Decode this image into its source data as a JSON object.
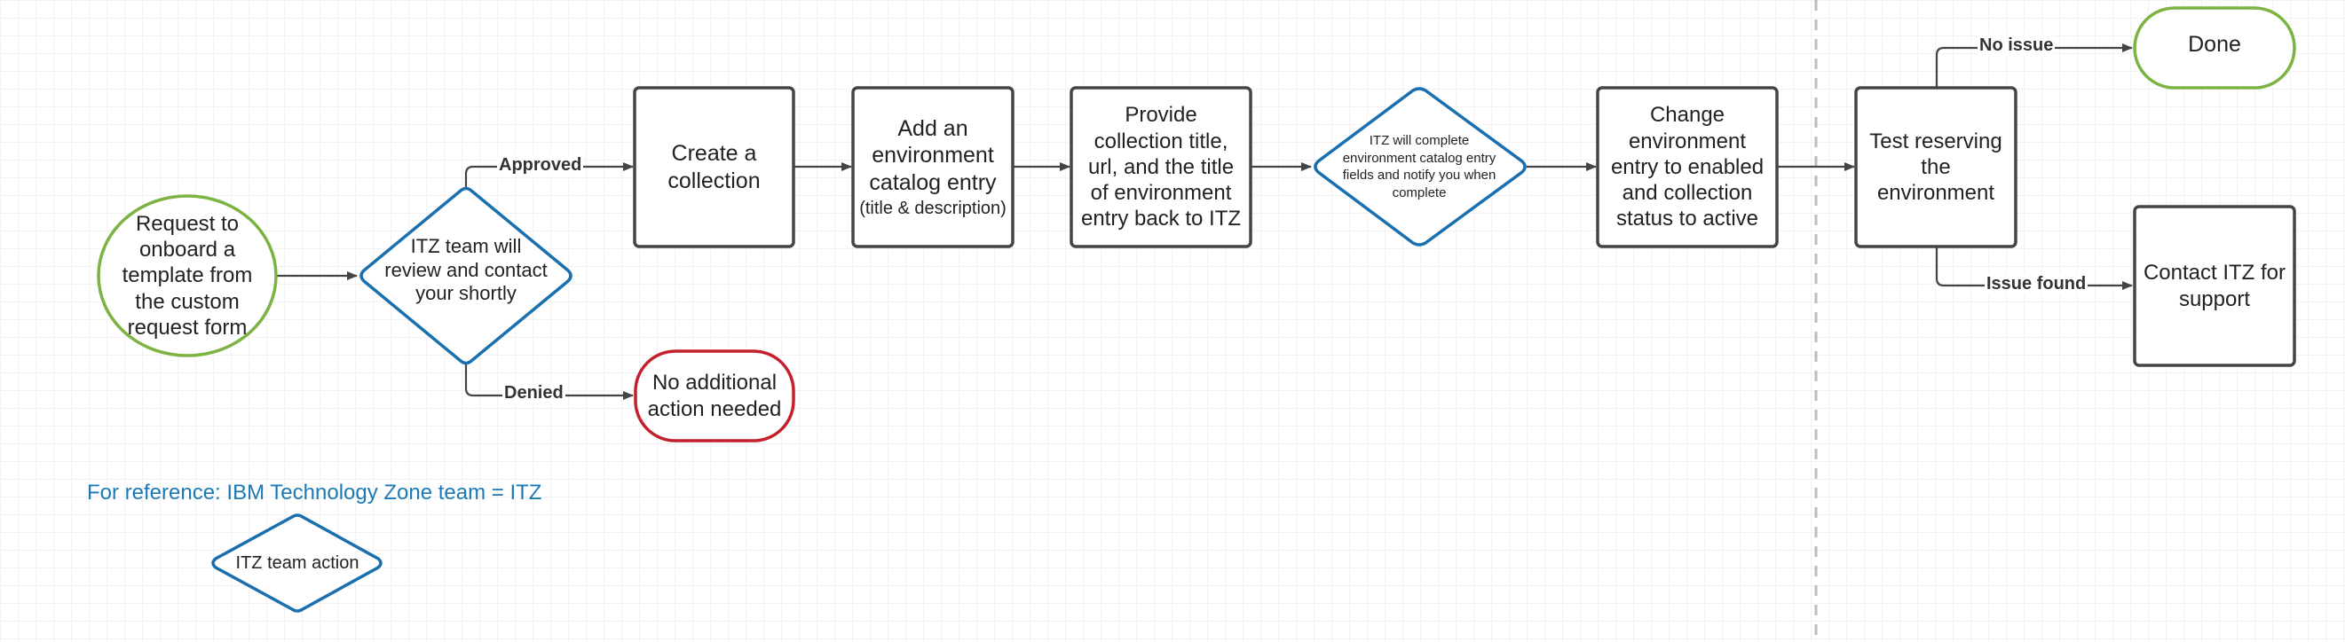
{
  "colors": {
    "green": "#7cb342",
    "blue": "#1a6fae",
    "red": "#c4202b",
    "dark": "#444444",
    "note": "#1b7ab4"
  },
  "nodes": {
    "request": "Request to\nonboard a\ntemplate from\nthe custom\nrequest form",
    "review": "ITZ team will\nreview and contact\nyour shortly",
    "create": "Create a\ncollection",
    "catalog": "Add an\nenvironment\ncatalog entry",
    "catalog_sub": "(title & description)",
    "provide": "Provide\ncollection title,\nurl, and the title\nof environment\nentry back to ITZ",
    "complete": "ITZ will complete\nenvironment catalog entry\nfields and notify you when\ncomplete",
    "change": "Change\nenvironment\nentry to enabled\nand collection\nstatus to active",
    "test": "Test reserving\nthe\nenvironment",
    "done": "Done",
    "contact": "Contact ITZ for\nsupport",
    "no_action": "No additional\naction needed",
    "legend_action": "ITZ team action"
  },
  "edge_labels": {
    "approved": "Approved",
    "denied": "Denied",
    "no_issue": "No issue",
    "issue_found": "Issue found"
  },
  "reference_note": "For reference: IBM Technology Zone team = ITZ"
}
